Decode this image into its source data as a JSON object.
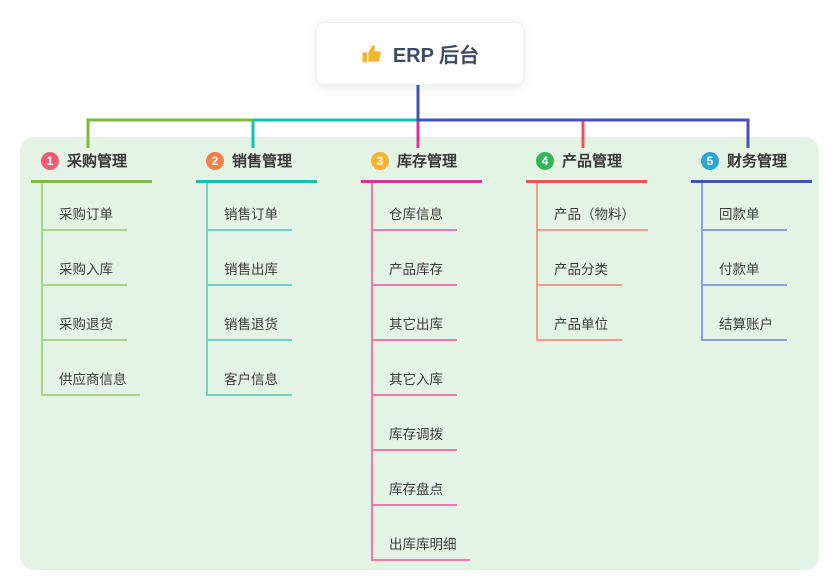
{
  "root": {
    "label": "ERP 后台",
    "icon": "thumbs-up-icon",
    "icon_color": "#f2b632"
  },
  "panel": {
    "bg": "#e4f4e4"
  },
  "connector": {
    "stem_color": "#4253b4"
  },
  "branches": [
    {
      "number": "1",
      "label": "采购管理",
      "badge_color": "#f25b74",
      "line_color": "#7cb93f",
      "child_line_color": "#a9d584",
      "children": [
        "采购订单",
        "采购入库",
        "采购退货",
        "供应商信息"
      ]
    },
    {
      "number": "2",
      "label": "销售管理",
      "badge_color": "#f28049",
      "line_color": "#16bfae",
      "child_line_color": "#6fd3c9",
      "children": [
        "销售订单",
        "销售出库",
        "销售退货",
        "客户信息"
      ]
    },
    {
      "number": "3",
      "label": "库存管理",
      "badge_color": "#f7b32c",
      "line_color": "#d6368f",
      "child_line_color": "#ef77b2",
      "children": [
        "仓库信息",
        "产品库存",
        "其它出库",
        "其它入库",
        "库存调拨",
        "库存盘点",
        "出库库明细"
      ]
    },
    {
      "number": "4",
      "label": "产品管理",
      "badge_color": "#35b558",
      "line_color": "#f05352",
      "child_line_color": "#f59a93",
      "children": [
        "产品（物料）",
        "产品分类",
        "产品单位"
      ]
    },
    {
      "number": "5",
      "label": "财务管理",
      "badge_color": "#2ba6cf",
      "line_color": "#4253b4",
      "child_line_color": "#8c9de0",
      "children": [
        "回款单",
        "付款单",
        "结算账户"
      ]
    }
  ]
}
